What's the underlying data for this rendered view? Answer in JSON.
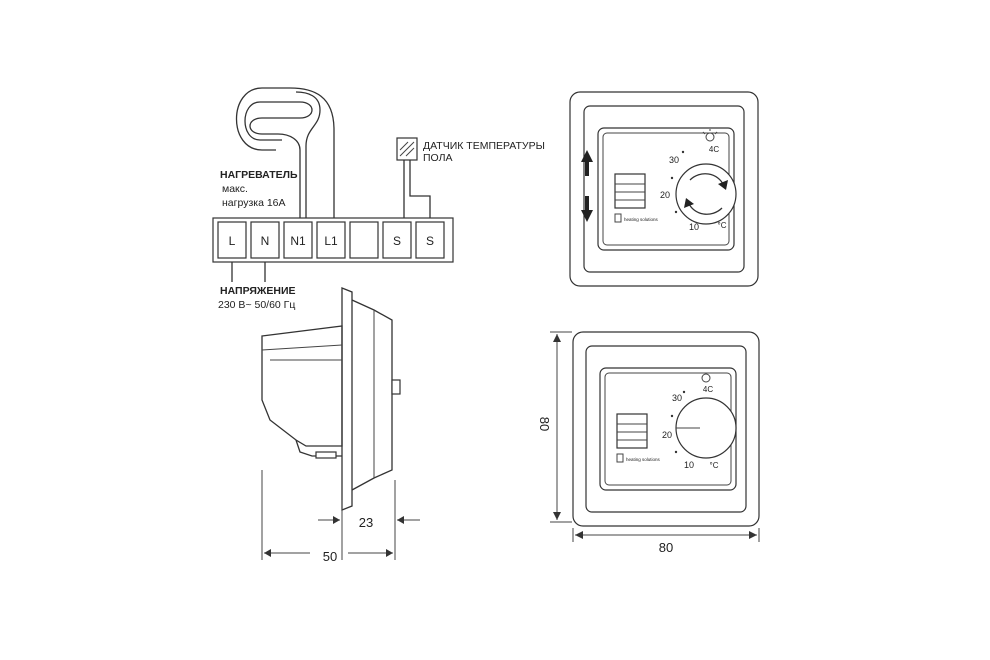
{
  "wiring": {
    "terminals": [
      "L",
      "N",
      "N1",
      "L1",
      "",
      "S",
      "S"
    ],
    "heater_title": "НАГРЕВАТЕЛЬ",
    "heater_line1": "макс.",
    "heater_line2": "нагрузка 16А",
    "sensor_line1": "ДАТЧИК ТЕМПЕРАТУРЫ",
    "sensor_line2": "ПОЛА",
    "voltage_title": "НАПРЯЖЕНИЕ",
    "voltage_value": "230 В~ 50/60 Гц"
  },
  "dial": {
    "scale": [
      "30",
      "20",
      "10"
    ],
    "unit_top": "4С",
    "unit_bottom": "°С",
    "brand": "heating solutions"
  },
  "dimensions": {
    "side_depth_total": "50",
    "side_depth_rear": "23",
    "front_height": "80",
    "front_width": "80"
  }
}
